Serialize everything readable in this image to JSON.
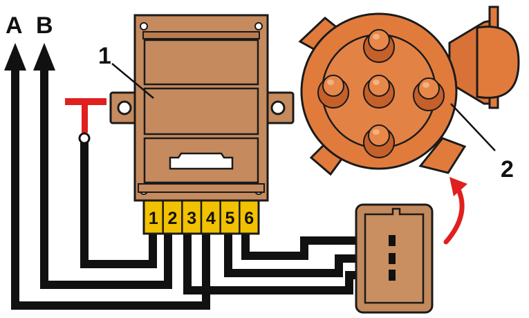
{
  "diagram": {
    "arrow_labels": {
      "a": "A",
      "b": "B"
    },
    "callouts": {
      "module": "1",
      "distributor": "2"
    },
    "pins": [
      "1",
      "2",
      "3",
      "4",
      "5",
      "6"
    ],
    "colors": {
      "module_body": "#c58a5e",
      "module_outline": "#1a1a1a",
      "terminal_block": "#f2c100",
      "distributor_cap": "#e07b3c",
      "distributor_dark": "#c5602a",
      "connector_body": "#c2895c",
      "wire": "#111111",
      "probe": "#e0201e",
      "curved_arrow": "#e0201e"
    }
  }
}
